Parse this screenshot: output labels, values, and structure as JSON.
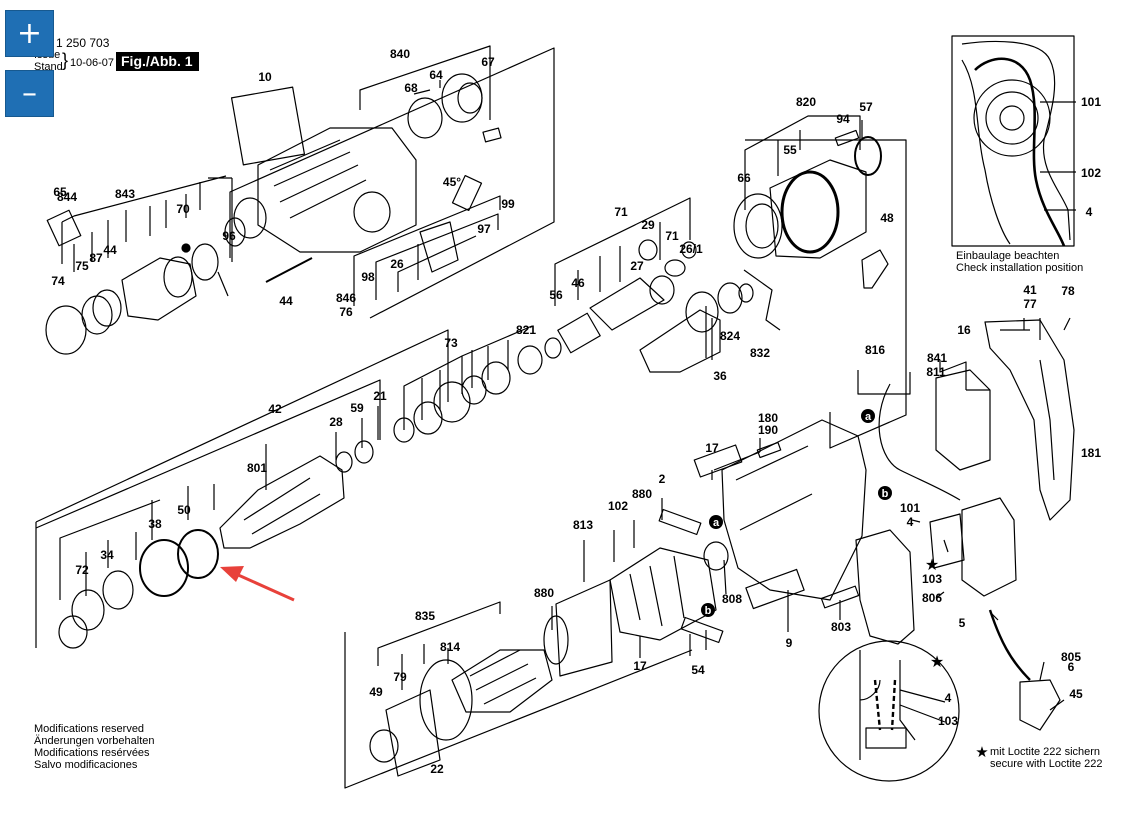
{
  "zoom": {
    "in_label": "+",
    "out_label": "–"
  },
  "header": {
    "issue_word": "Issue",
    "stand_word": "Stand",
    "part_number": "1 250 703",
    "date": "10-06-07",
    "figure": "Fig./Abb. 1"
  },
  "part_labels": [
    "840",
    "64",
    "67",
    "10",
    "68",
    "820",
    "94",
    "57",
    "55",
    "66",
    "48",
    "844",
    "843",
    "70",
    "96",
    "45°",
    "99",
    "97",
    "98",
    "26",
    "71",
    "29",
    "71",
    "26/1",
    "27",
    "56",
    "46",
    "846",
    "76",
    "44",
    "74",
    "75",
    "87",
    "44",
    "65",
    "824",
    "36",
    "832",
    "73",
    "821",
    "42",
    "28",
    "59",
    "21",
    "801",
    "816",
    "811",
    "16",
    "841",
    "41",
    "77",
    "78",
    "181",
    "180",
    "190",
    "17",
    "2",
    "880",
    "102",
    "101",
    "4",
    "103",
    "806",
    "5",
    "805",
    "6",
    "45",
    "813",
    "880",
    "17",
    "54",
    "808",
    "9",
    "803",
    "835",
    "814",
    "49",
    "79",
    "22",
    "38",
    "50",
    "34",
    "72"
  ],
  "callouts": [
    "a",
    "a",
    "b",
    "b"
  ],
  "insets": {
    "top_right": {
      "labels": [
        "101",
        "102",
        "4"
      ],
      "caption_de": "Einbaulage beachten",
      "caption_en": "Check installation position"
    },
    "bottom_right": {
      "labels": [
        "4",
        "103"
      ]
    }
  },
  "modifications": [
    "Modifications reserved",
    "Änderungen vorbehalten",
    "Modifications resérvées",
    "Salvo modificaciones"
  ],
  "loctite": {
    "line1": "mit Loctite 222 sichern",
    "line2": "secure with Loctite 222"
  },
  "colors": {
    "accent": "#1f6fb4",
    "arrow": "#e8413a",
    "ink": "#000000"
  }
}
